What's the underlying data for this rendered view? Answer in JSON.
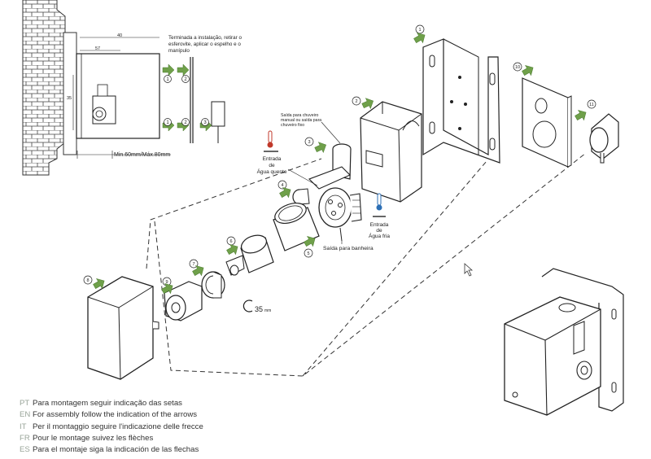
{
  "installation_note": [
    "Terminada a instalação, retirar o",
    "esferovite, aplicar o espelho e o",
    "manípulo"
  ],
  "dimensions": {
    "d1": "40",
    "d2": "57",
    "d3": "35",
    "wall_depth": "Min.60mm/Máx.80mm",
    "key_size": "35",
    "key_unit": "mm"
  },
  "labels": {
    "shower_outlet": [
      "Saída para chuveiro",
      "manual ou saída para",
      "chuveiro fixo"
    ],
    "hot_inlet": [
      "Entrada",
      "de",
      "Água quente"
    ],
    "cold_inlet": [
      "Entrada",
      "de",
      "Água fria"
    ],
    "bath_outlet": "Saída para banheira"
  },
  "step_numbers": [
    "1",
    "2",
    "3",
    "4",
    "5",
    "6",
    "7",
    "8",
    "9",
    "10",
    "11"
  ],
  "legend": [
    {
      "lang": "PT",
      "text": "Para montagem seguir indicação das setas"
    },
    {
      "lang": "EN",
      "text": "For assembly follow the indication of the arrows"
    },
    {
      "lang": "IT",
      "text": "Per il montaggio seguire l'indicazione delle frecce"
    },
    {
      "lang": "FR",
      "text": "Pour le montage suivez les flèches"
    },
    {
      "lang": "ES",
      "text": "Para el montaje siga la indicación de las flechas"
    }
  ],
  "colors": {
    "arrow": "#6fa04a",
    "hot": "#c0392b",
    "cold": "#2c6fb5",
    "lang_code": "#9aa59a",
    "line": "#222222"
  }
}
